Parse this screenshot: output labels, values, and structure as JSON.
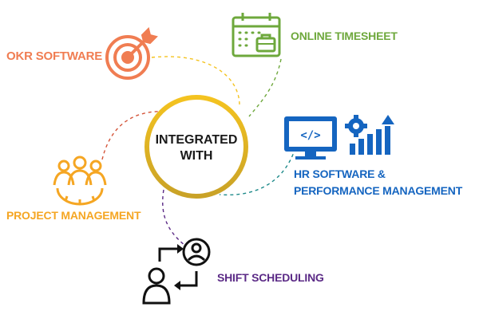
{
  "center": {
    "line1": "INTEGRATED",
    "line2": "WITH"
  },
  "nodes": {
    "okr": {
      "label": "OKR SOFTWARE",
      "color": "#f07d52",
      "icon": "target-arrow-icon"
    },
    "timesheet": {
      "label": "ONLINE TIMESHEET",
      "color": "#6ea83c",
      "icon": "calendar-briefcase-icon"
    },
    "hr": {
      "line1": "HR SOFTWARE &",
      "line2": "PERFORMANCE MANAGEMENT",
      "color": "#1565c0",
      "icons": [
        "code-monitor-icon",
        "gear-bar-chart-icon"
      ]
    },
    "project": {
      "label": "PROJECT MANAGEMENT",
      "color": "#f5a623",
      "icon": "team-gear-icon"
    },
    "shift": {
      "label": "SHIFT SCHEDULING",
      "color": "#5b2a86",
      "icon": "user-swap-icon"
    }
  },
  "ring": {
    "color_top": "#f4c320",
    "color_bottom": "#c9a227"
  }
}
